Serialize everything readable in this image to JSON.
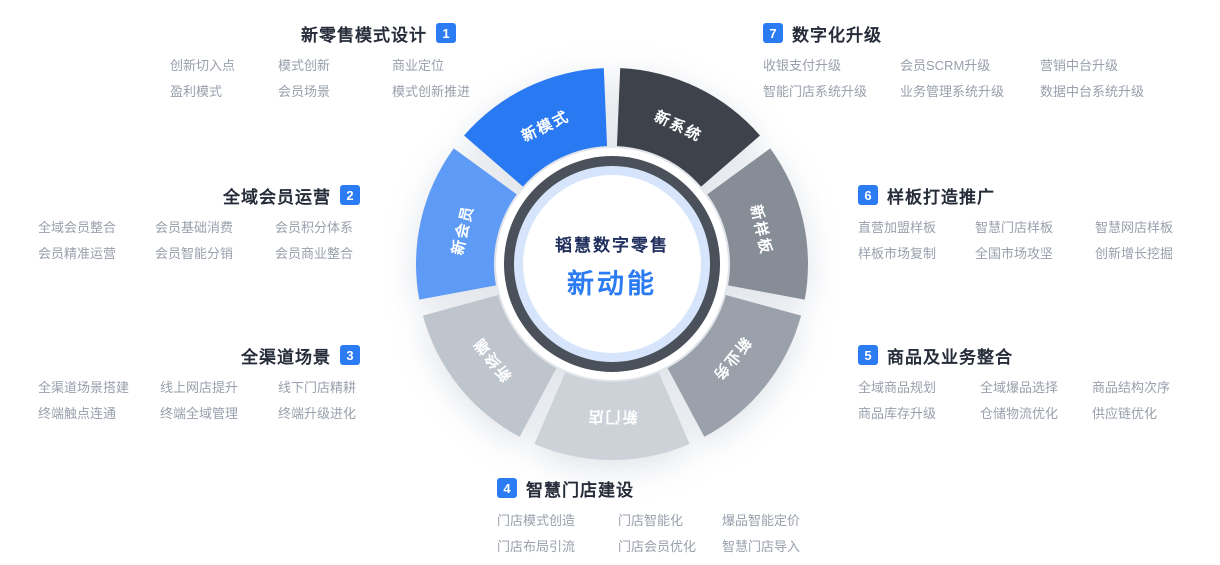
{
  "colors": {
    "accent": "#2b7bf3",
    "title_text": "#262c39",
    "item_text": "#99a0ac",
    "center_navy": "#1f2e5c"
  },
  "center": {
    "line1": "韬慧数字零售",
    "line2": "新动能"
  },
  "wheel": {
    "ring_color": "#4b515a",
    "halo_color": "#d6e5fb",
    "segments": [
      {
        "label": "新系统",
        "color": "#3d424b"
      },
      {
        "label": "新样板",
        "color": "#868d97"
      },
      {
        "label": "新业务",
        "color": "#9aa1ab"
      },
      {
        "label": "新门店",
        "color": "#cdd2d9"
      },
      {
        "label": "新终端",
        "color": "#bfc5cd"
      },
      {
        "label": "新会员",
        "color": "#5e9bf7"
      },
      {
        "label": "新模式",
        "color": "#2979f2"
      }
    ]
  },
  "sections": [
    {
      "num": "1",
      "title": "新零售模式设计",
      "items": [
        "创新切入点",
        "模式创新",
        "商业定位",
        "盈利模式",
        "会员场景",
        "模式创新推进"
      ]
    },
    {
      "num": "2",
      "title": "全域会员运营",
      "items": [
        "全域会员整合",
        "会员基础消费",
        "会员积分体系",
        "会员精准运营",
        "会员智能分销",
        "会员商业整合"
      ]
    },
    {
      "num": "3",
      "title": "全渠道场景",
      "items": [
        "全渠道场景搭建",
        "线上网店提升",
        "线下门店精耕",
        "终端触点连通",
        "终端全域管理",
        "终端升级进化"
      ]
    },
    {
      "num": "4",
      "title": "智慧门店建设",
      "items": [
        "门店模式创造",
        "门店智能化",
        "爆品智能定价",
        "门店布局引流",
        "门店会员优化",
        "智慧门店导入"
      ]
    },
    {
      "num": "5",
      "title": "商品及业务整合",
      "items": [
        "全域商品规划",
        "全域爆品选择",
        "商品结构次序",
        "商品库存升级",
        "仓储物流优化",
        "供应链优化"
      ]
    },
    {
      "num": "6",
      "title": "样板打造推广",
      "items": [
        "直营加盟样板",
        "智慧门店样板",
        "智慧网店样板",
        "样板市场复制",
        "全国市场攻坚",
        "创新增长挖掘"
      ]
    },
    {
      "num": "7",
      "title": "数字化升级",
      "items": [
        "收银支付升级",
        "会员SCRM升级",
        "营销中台升级",
        "智能门店系统升级",
        "业务管理系统升级",
        "数据中台系统升级"
      ]
    }
  ]
}
